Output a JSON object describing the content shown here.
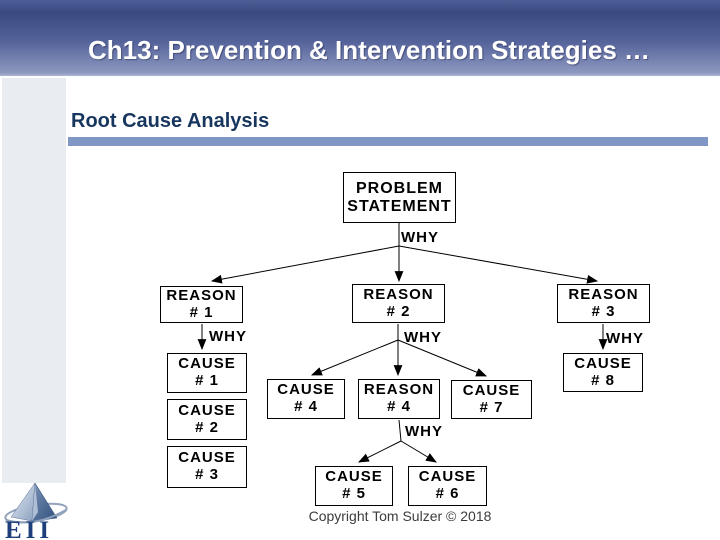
{
  "slide": {
    "title": "Ch13: Prevention & Intervention  Strategies …",
    "heading": "Root Cause Analysis",
    "copyright": "Copyright Tom Sulzer © 2018",
    "logo_text": "EII"
  },
  "colors": {
    "header_top": "#4d5e97",
    "header_bottom": "#8d99c0",
    "heading_text": "#17365d",
    "heading_bar": "#8096c5",
    "sidebar": "#e9edf2",
    "box_border": "#000000",
    "connector": "#000000"
  },
  "diagram": {
    "why_label": "WHY",
    "nodes": [
      {
        "id": "problem",
        "line1": "PROBLEM",
        "line2": "STATEMENT"
      },
      {
        "id": "reason1",
        "line1": "REASON",
        "line2": "# 1"
      },
      {
        "id": "reason2",
        "line1": "REASON",
        "line2": "# 2"
      },
      {
        "id": "reason3",
        "line1": "REASON",
        "line2": "# 3"
      },
      {
        "id": "cause1",
        "line1": "CAUSE",
        "line2": "# 1"
      },
      {
        "id": "cause2",
        "line1": "CAUSE",
        "line2": "# 2"
      },
      {
        "id": "cause3",
        "line1": "CAUSE",
        "line2": "# 3"
      },
      {
        "id": "cause4",
        "line1": "CAUSE",
        "line2": "# 4"
      },
      {
        "id": "reason4",
        "line1": "REASON",
        "line2": "# 4"
      },
      {
        "id": "cause7",
        "line1": "CAUSE",
        "line2": "# 7"
      },
      {
        "id": "cause8",
        "line1": "CAUSE",
        "line2": "# 8"
      },
      {
        "id": "cause5",
        "line1": "CAUSE",
        "line2": "# 5"
      },
      {
        "id": "cause6",
        "line1": "CAUSE",
        "line2": "# 6"
      }
    ],
    "edges": [
      {
        "from": "problem",
        "to": "reason1",
        "label": "WHY"
      },
      {
        "from": "problem",
        "to": "reason2",
        "label": "WHY"
      },
      {
        "from": "problem",
        "to": "reason3",
        "label": "WHY"
      },
      {
        "from": "reason1",
        "to": "cause1",
        "label": "WHY"
      },
      {
        "from": "reason2",
        "to": "cause4",
        "label": "WHY"
      },
      {
        "from": "reason2",
        "to": "reason4",
        "label": "WHY"
      },
      {
        "from": "reason2",
        "to": "cause7",
        "label": "WHY"
      },
      {
        "from": "reason3",
        "to": "cause8",
        "label": "WHY"
      },
      {
        "from": "reason4",
        "to": "cause5",
        "label": "WHY"
      },
      {
        "from": "reason4",
        "to": "cause6",
        "label": "WHY"
      }
    ]
  }
}
